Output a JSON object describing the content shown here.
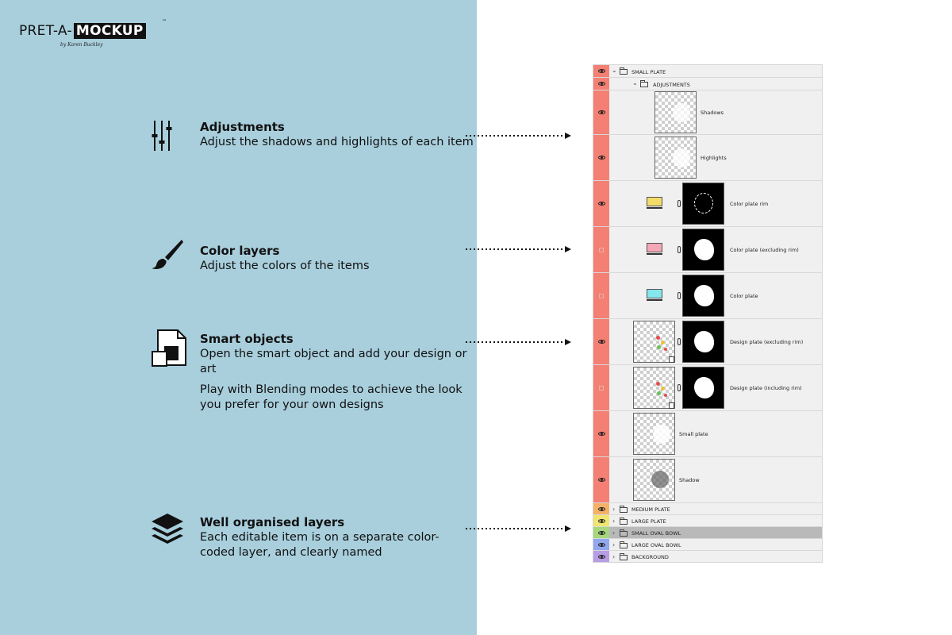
{
  "brand": {
    "pre": "PRET-A-",
    "box": "MOCKUP",
    "tm": "™",
    "byline": "by Karen Buckley"
  },
  "features": [
    {
      "title": "Adjustments",
      "text": "Adjust the shadows and highlights of each item",
      "icon": "sliders-icon"
    },
    {
      "title": "Color layers",
      "text": "Adjust the colors of the items",
      "icon": "paintbrush-icon"
    },
    {
      "title": "Smart objects",
      "text": "Open the smart object and add your design or art",
      "text2": "Play with Blending modes to achieve the look you prefer for your own designs",
      "icon": "smart-object-icon"
    },
    {
      "title": "Well organised layers",
      "text": "Each editable item is on a separate color-coded layer, and clearly named",
      "icon": "layers-stack-icon"
    }
  ],
  "colors": {
    "panel_bg": "#a9cfdd",
    "red_tag": "#f47f73",
    "orange_tag": "#f5b266",
    "yellow_tag": "#efe571",
    "green_tag": "#a6d77c",
    "blue_tag": "#91a7ee",
    "violet_tag": "#b89ce4",
    "yellow_fill": "#f3dc6a",
    "pink_fill": "#f4a7b5",
    "cyan_fill": "#86e6ee"
  },
  "layers_panel": {
    "groups": {
      "small_plate": "SMALL PLATE",
      "adjustments": "ADJUSTMENTS",
      "medium_plate": "MEDIUM PLATE",
      "large_plate": "LARGE PLATE",
      "small_oval_bowl": "SMALL OVAL BOWL",
      "large_oval_bowl": "LARGE OVAL BOWL",
      "background": "BACKGROUND"
    },
    "layers": {
      "shadows": "Shadows",
      "highlights": "Highlights",
      "color_plate_rim": "Color plate rim",
      "color_plate_excl_rim": "Color plate (excluding rim)",
      "color_plate": "Color plate",
      "design_plate_excl_rim": "Design plate (excluding rim)",
      "design_plate_incl_rim": "Design plate (including rim)",
      "small_plate": "Small plate",
      "shadow": "Shadow"
    }
  }
}
